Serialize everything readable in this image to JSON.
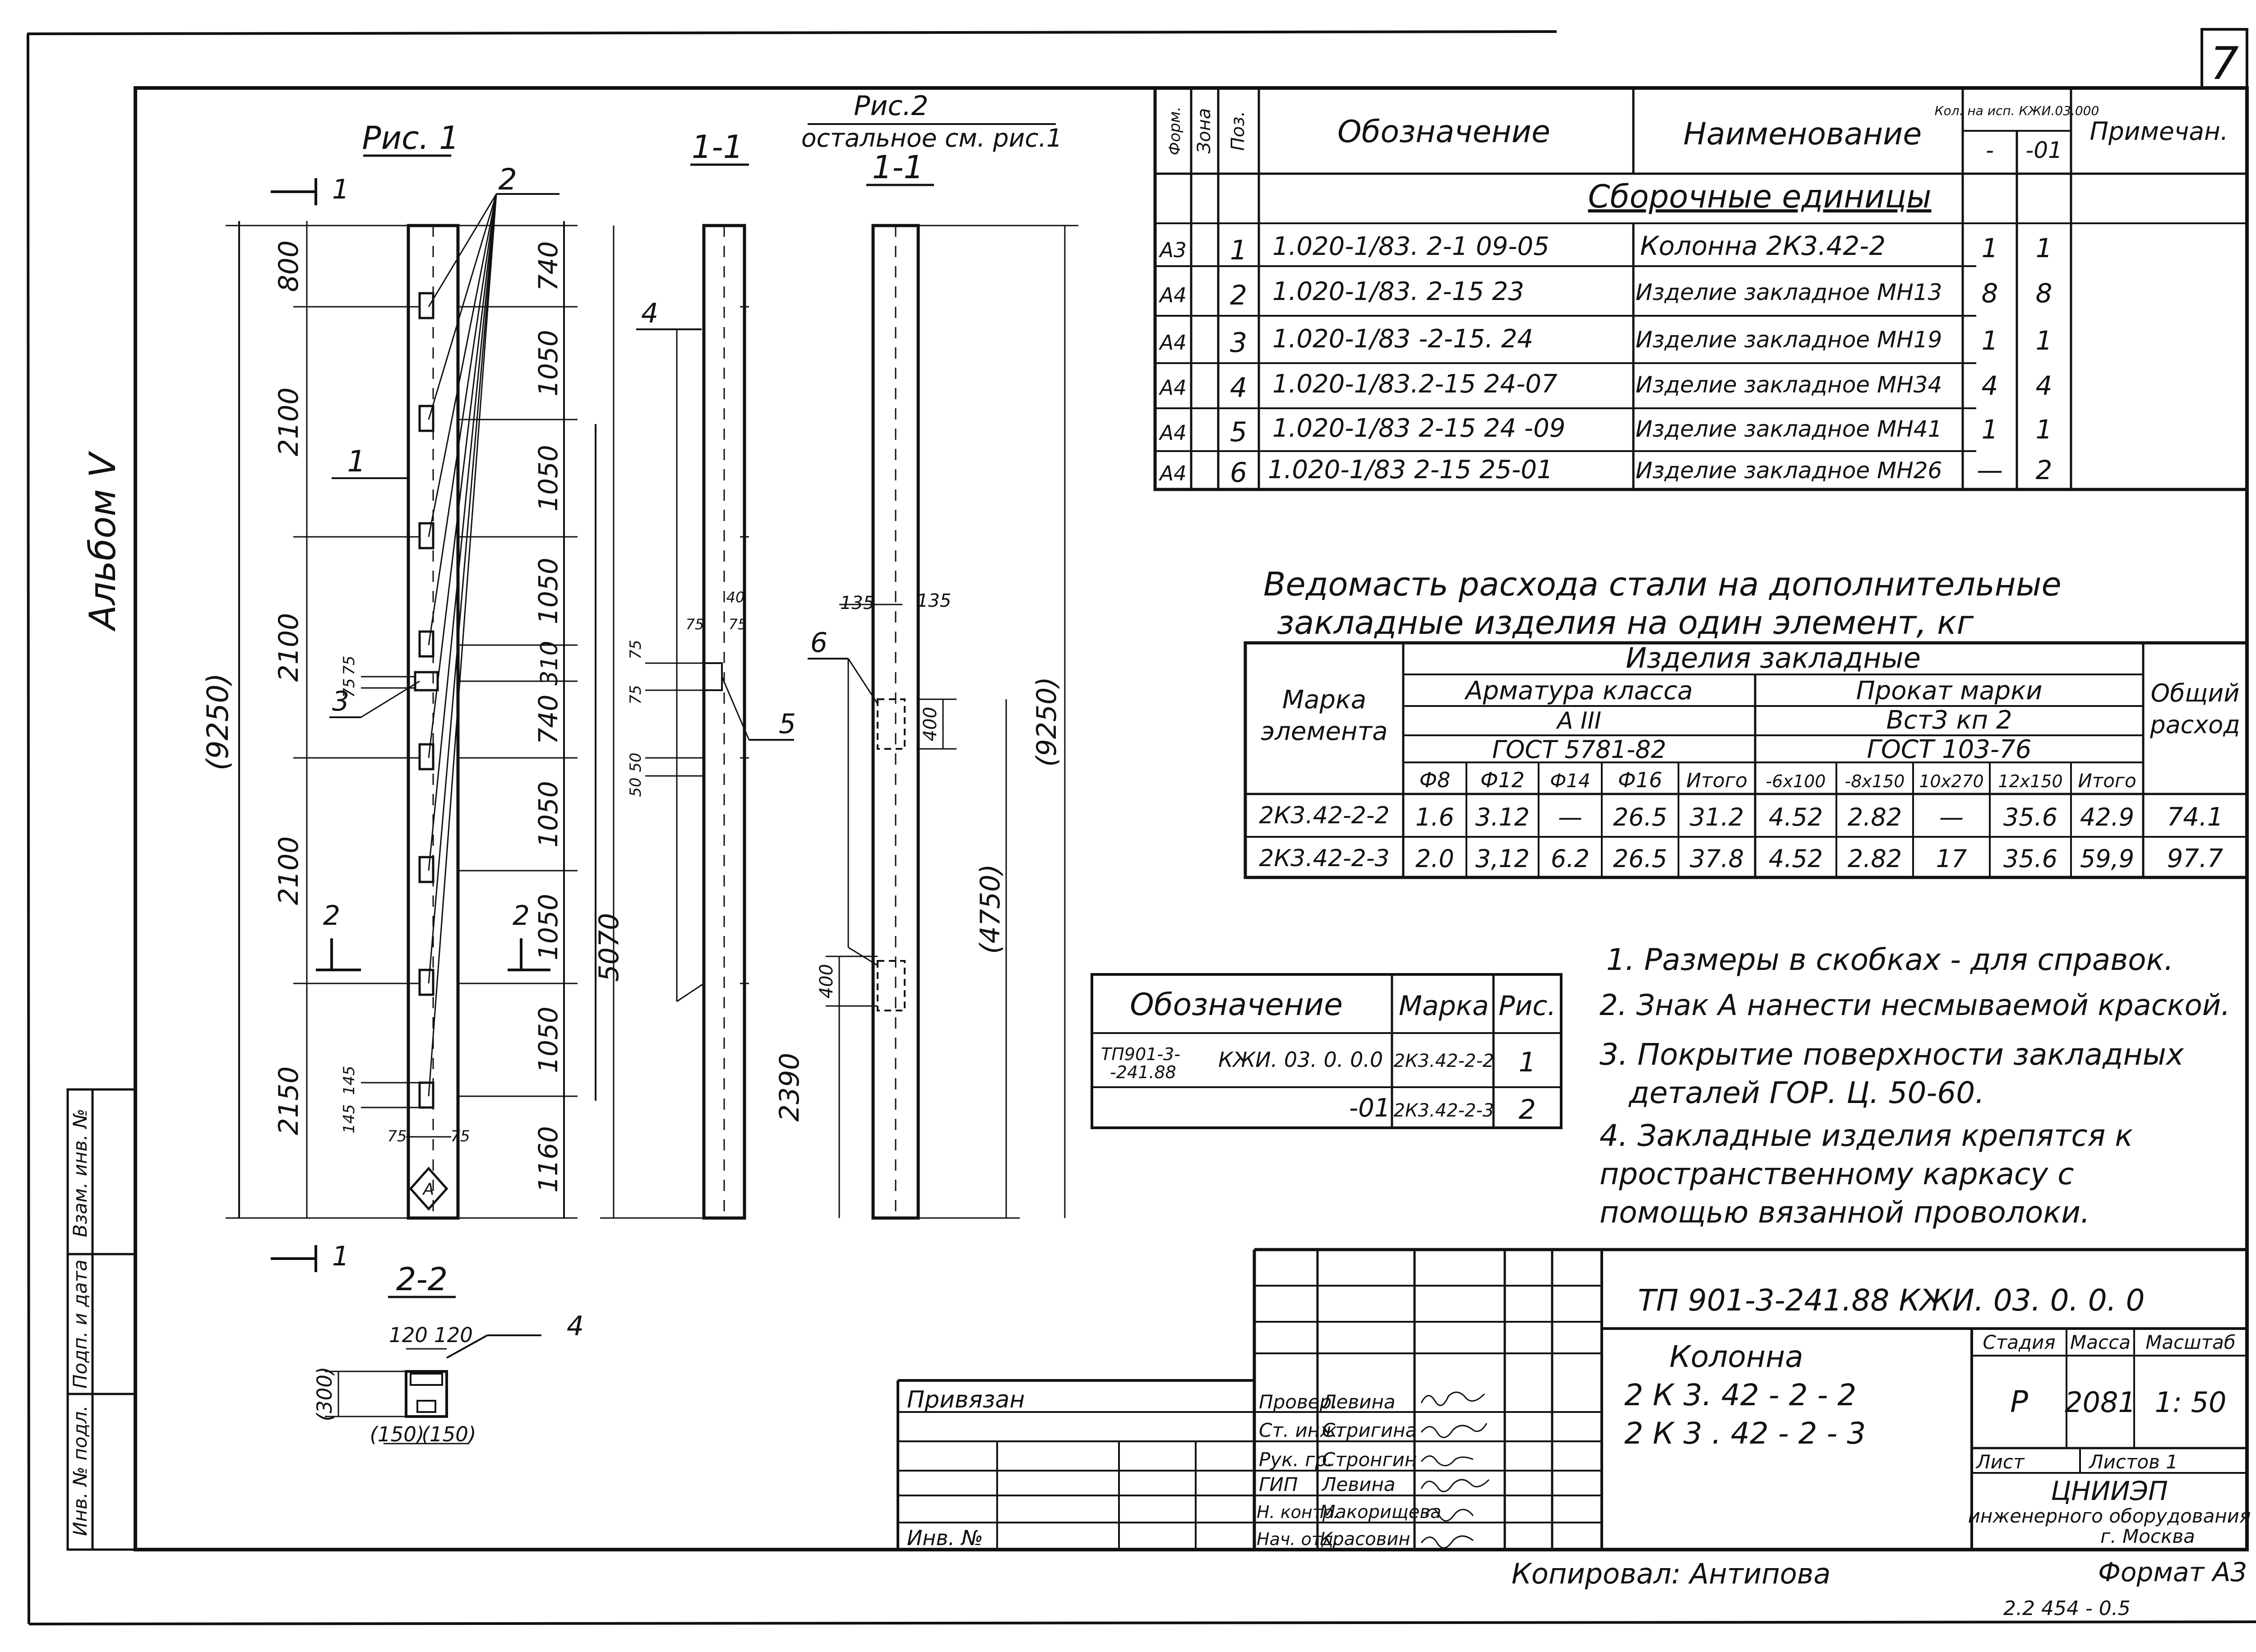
{
  "sheet_number": "7",
  "album": "Альбом V",
  "figures": {
    "fig1_title": "Рис. 1",
    "fig2_title": "Рис.2",
    "fig2_subtitle": "остальное см. рис.1",
    "section_11": "1-1",
    "section_22": "2-2",
    "cut_mark_1": "1",
    "cut_mark_2": "2",
    "callouts": [
      "1",
      "2",
      "3",
      "4",
      "5",
      "6"
    ],
    "mark_A": "А"
  },
  "dimensions": {
    "left": [
      "800",
      "2100",
      "2100",
      "2100",
      "2150",
      "(9250)"
    ],
    "right": [
      "740",
      "1050",
      "1050",
      "1050",
      "310",
      "740",
      "1050",
      "1050",
      "1050",
      "1160",
      "5070"
    ],
    "small": [
      "75",
      "75",
      "75",
      "75",
      "145",
      "145",
      "75",
      "75",
      "40",
      "75",
      "75",
      "50",
      "50",
      "75",
      "75"
    ],
    "fig2": [
      "135",
      "135",
      "400",
      "400",
      "2390",
      "(4750)",
      "(9250)"
    ],
    "section22": [
      "120",
      "120",
      "(300)",
      "(150)",
      "(150)"
    ]
  },
  "spec_table": {
    "headers": {
      "format": "Форм.",
      "zone": "Зона",
      "pos": "Поз.",
      "designation": "Обозначение",
      "name": "Наименование",
      "qty": "Кол. на исп. КЖИ.03.000",
      "qty_a": "-",
      "qty_b": "-01",
      "note": "Примечан."
    },
    "section_title": "Сборочные единицы",
    "rows": [
      {
        "format": "А3",
        "pos": "1",
        "designation": "1.020-1/83. 2-1   09-05",
        "name": "Колонна 2К3.42-2",
        "q1": "1",
        "q2": "1"
      },
      {
        "format": "А4",
        "pos": "2",
        "designation": "1.020-1/83. 2-15 23",
        "name": "Изделие закладное МН13",
        "q1": "8",
        "q2": "8"
      },
      {
        "format": "А4",
        "pos": "3",
        "designation": "1.020-1/83 -2-15. 24",
        "name": "Изделие закладное МН19",
        "q1": "1",
        "q2": "1"
      },
      {
        "format": "А4",
        "pos": "4",
        "designation": "1.020-1/83.2-15  24-07",
        "name": "Изделие закладное МН34",
        "q1": "4",
        "q2": "4"
      },
      {
        "format": "А4",
        "pos": "5",
        "designation": "1.020-1/83  2-15   24 -09",
        "name": "Изделие закладное МН41",
        "q1": "1",
        "q2": "1"
      },
      {
        "format": "А4",
        "pos": "6",
        "designation": "1.020-1/83  2-15   25-01",
        "name": "Изделие закладное МН26",
        "q1": "—",
        "q2": "2"
      }
    ]
  },
  "steel_table": {
    "title_line1": "Ведомасть расхода стали на дополнительные",
    "title_line2": "закладные изделия на один элемент, кг",
    "h_items": "Изделия закладные",
    "h_element": "Марка элемента",
    "h_armatura": "Арматура класса",
    "h_class": "А III",
    "h_gost1": "ГОСТ 5781-82",
    "h_prokat": "Прокат марки",
    "h_steel": "Вст3 кп 2",
    "h_gost2": "ГОСТ 103-76",
    "h_total": "Общий расход",
    "cols": [
      "Ф8",
      "Ф12",
      "Ф14",
      "Ф16",
      "Итого",
      "-6х100",
      "-8х150",
      "10х270",
      "12х150",
      "Итого"
    ],
    "rows": [
      {
        "mark": "2К3.42-2-2",
        "vals": [
          "1.6",
          "3.12",
          "—",
          "26.5",
          "31.2",
          "4.52",
          "2.82",
          "—",
          "35.6",
          "42.9"
        ],
        "total": "74.1"
      },
      {
        "mark": "2К3.42-2-3",
        "vals": [
          "2.0",
          "3,12",
          "6.2",
          "26.5",
          "37.8",
          "4.52",
          "2.82",
          "17",
          "35.6",
          "59,9"
        ],
        "total": "97.7"
      }
    ]
  },
  "notes": [
    "1. Размеры в скобках - для справок.",
    "2. Знак А  нанести несмываемой краской.",
    "3. Покрытие поверхности закладных",
    "деталей  ГОР. Ц. 50-60.",
    "4. Закладные изделия крепятся к",
    "пространственному каркасу с",
    "помощью вязанной проволоки."
  ],
  "marking_table": {
    "h_designation": "Обозначение",
    "h_mark": "Марка",
    "h_fig": "Рис.",
    "doc_line1": "ТП901-3-",
    "doc_line2": "-241.88",
    "doc_code": "КЖИ. 03. 0. 0.0",
    "row1_mark": "2К3.42-2-2",
    "row1_fig": "1",
    "row2_code": "-01",
    "row2_mark": "2К3.42-2-3",
    "row2_fig": "2"
  },
  "title_block": {
    "doc_number": "ТП 901-3-241.88    КЖИ. 03. 0. 0. 0",
    "product": "Колонна",
    "mark1": "2 К 3. 42 - 2 - 2",
    "mark2": "2 К 3 . 42 - 2 - 3",
    "stage_h": "Стадия",
    "mass_h": "Масса",
    "scale_h": "Масштаб",
    "stage": "Р",
    "mass": "2081",
    "scale": "1: 50",
    "sheet_h": "Лист",
    "sheets_h": "Листов 1",
    "org1": "ЦНИИЭП",
    "org2": "инженерного оборудования",
    "org3": "г. Москва",
    "bound": "Привязан",
    "inv": "Инв. №",
    "roles": [
      "Провер.",
      "Ст. инж.",
      "Рук. гр.",
      "ГИП",
      "Н. контр.",
      "Нач. отд."
    ],
    "names": [
      "Левина",
      "Стригина",
      "Стронгин",
      "Левина",
      "Макорищева",
      "Красовин"
    ]
  },
  "side_stamps": [
    "Взам. инв. №",
    "Подп. и дата",
    "Инв. № подл."
  ],
  "copied_by": "Копировал:   Антипова",
  "format": "Формат А3",
  "bottom_code": "2.2 454 - 0.5"
}
